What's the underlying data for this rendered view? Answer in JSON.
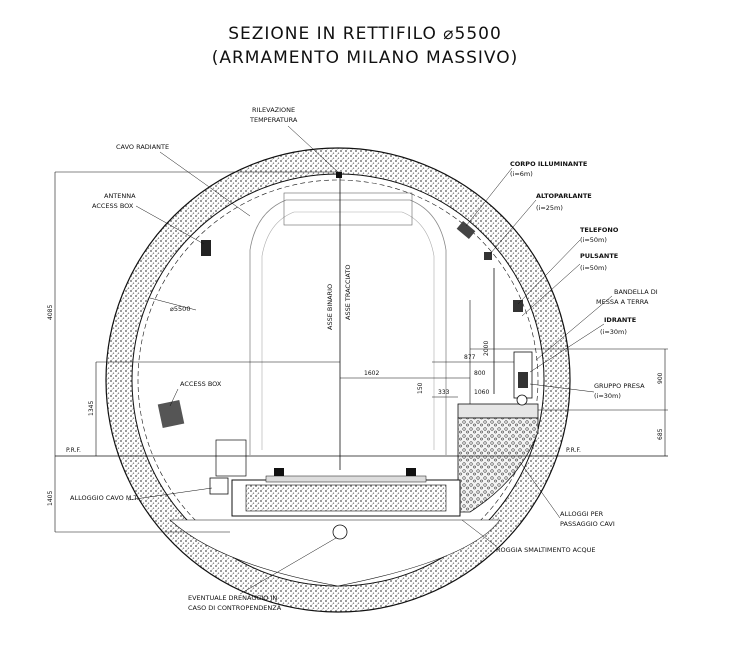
{
  "title": {
    "line1": "SEZIONE IN RETTIFILO ⌀5500",
    "line2": "(ARMAMENTO MILANO MASSIVO)"
  },
  "labels": {
    "ventilation": [
      "RILEVAZIONE",
      "TEMPERATURA"
    ],
    "radiating_cable": "CAVO RADIANTE",
    "antenna": [
      "ANTENNA",
      "ACCESS BOX"
    ],
    "diameter": "⌀5500",
    "access_box": "ACCESS BOX",
    "track_axis": "ASSE BINARIO",
    "track_axis_full": "ASSE TRACCIATO",
    "mt_cable": "ALLOGGIO CAVO M.T.",
    "drainage": [
      "EVENTUALE DRENAGGIO IN",
      "CASO DI CONTROPENDENZA"
    ],
    "water_channel": "ROGGIA SMALTIMENTO ACQUE",
    "cable_housing": [
      "ALLOGGI PER",
      "PASSAGGIO CAVI"
    ],
    "lighting": [
      "CORPO ILLUMINANTE",
      "(i=6m)"
    ],
    "loudspeaker": [
      "ALTOPARLANTE",
      "(i=25m)"
    ],
    "telephone": [
      "TELEFONO",
      "(i=50m)"
    ],
    "pushbutton": [
      "PULSANTE",
      "(i=50m)"
    ],
    "earthing_strip": [
      "BANDELLA DI",
      "MESSA A TERRA"
    ],
    "hydrant": [
      "IDRANTE",
      "(i=30m)"
    ],
    "socket_group": [
      "GRUPPO PRESA",
      "(i=30m)"
    ]
  },
  "dimensions": {
    "d4085": "4085",
    "d1345": "1345",
    "d1405": "1405",
    "d2000": "2000",
    "d1602": "1602",
    "d877": "877",
    "d800": "800",
    "d150": "150",
    "d333": "333",
    "d1060": "1060",
    "d900": "900",
    "d685": "685",
    "ref_left": "P.R.F.",
    "ref_right": "P.R.F."
  },
  "colors": {
    "ink": "#111111",
    "lining_fill": "#c9c9c9",
    "ballast_fill": "#dcdcdc"
  }
}
